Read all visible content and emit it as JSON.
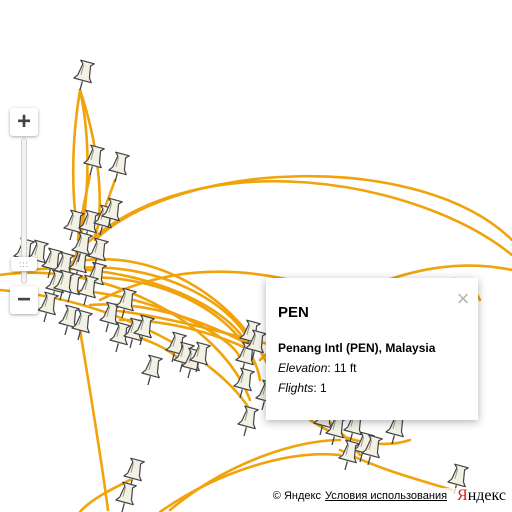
{
  "map": {
    "route_color": "#f0a30a",
    "pin_icon": "pushpin-icon"
  },
  "zoom": {
    "in_label": "+",
    "out_label": "−",
    "handle_grip": ":::",
    "level": 0.15
  },
  "balloon": {
    "title": "PEN",
    "airport": "Penang Intl (PEN), Malaysia",
    "elevation_label": "Elevation",
    "elevation_value": ": 11 ft",
    "flights_label": "Flights",
    "flights_value": ": 1",
    "close_icon": "×"
  },
  "copyright": {
    "text": "© Яндекс",
    "terms": "Условия использования",
    "logo_first": "Я",
    "logo_rest": "ндекс"
  }
}
